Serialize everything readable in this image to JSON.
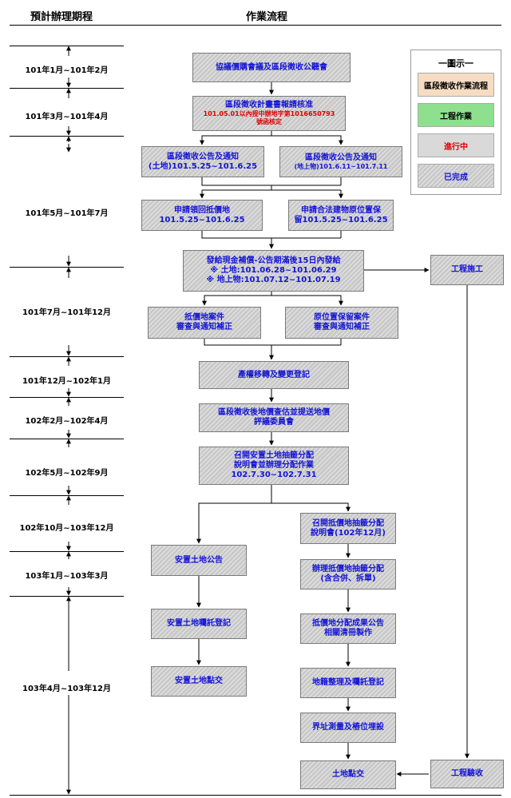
{
  "header": {
    "period_title": "預計辦理期程",
    "flow_title": "作業流程"
  },
  "periods": [
    "101年1月~101年2月",
    "101年3月~101年4月",
    "101年5月~101年7月",
    "101年7月~101年12月",
    "101年12月~102年1月",
    "102年2月~102年4月",
    "102年5月~102年9月",
    "102年10月~103年12月",
    "103年1月~103年3月",
    "103年4月~103年12月"
  ],
  "legend": {
    "title": "一圖示一",
    "items": [
      {
        "label": "區段徵收作業流程",
        "color": "#f6dcc2",
        "text_color": "#000000"
      },
      {
        "label": "工程作業",
        "color": "#8ee08e",
        "text_color": "#000000"
      },
      {
        "label": "進行中",
        "color": "#d9d9d9",
        "text_color": "#e00000"
      },
      {
        "label": "已完成",
        "color": "#c9c9c9",
        "text_color": "#1414d6"
      }
    ]
  },
  "flow": {
    "b1": "協議價購會議及區段徵收公聽會",
    "b2": {
      "line1": "區段徵收計畫書報請核准",
      "line2": "101.05.01以內授中辦地字第1016650793",
      "line3": "號函核定"
    },
    "b3a": {
      "line1": "區段徵收公告及通知",
      "line2": "(土地)101.5.25~101.6.25"
    },
    "b3b": {
      "line1": "區段徵收公告及通知",
      "line2": "(地上物)101.6.11~101.7.11"
    },
    "b4a": {
      "line1": "申請領回抵價地",
      "line2": "101.5.25~101.6.25"
    },
    "b4b": {
      "line1": "申請合法建物原位置保",
      "line2": "留101.5.25~101.6.25"
    },
    "b5": {
      "line1": "發給現金補償-公告期滿後15日內發給",
      "line2": "※ 土地:101.06.28~101.06.29",
      "line3": "※ 地上物:101.07.12~101.07.19"
    },
    "b6a": {
      "line1": "抵價地案件",
      "line2": "審查與通知補正"
    },
    "b6b": {
      "line1": "原位置保留案件",
      "line2": "審查與通知補正"
    },
    "b7": "產權移轉及變更登記",
    "b8": {
      "line1": "區段徵收後地價查估並提送地價",
      "line2": "評議委員會"
    },
    "b9": {
      "line1": "召開安置土地抽籤分配",
      "line2": "說明會並辦理分配作業",
      "line3": "102.7.30~102.7.31"
    },
    "l1": "安置土地公告",
    "l2": "安置土地囑託登記",
    "l3": "安置土地點交",
    "r1": {
      "line1": "召開抵價地抽籤分配",
      "line2": "說明會(102年12月)"
    },
    "r2": {
      "line1": "辦理抵價地抽籤分配",
      "line2": "(含合併、拆單)"
    },
    "r3": {
      "line1": "抵價地分配成果公告",
      "line2": "相關清冊製作"
    },
    "r4": "地籍整理及囑託登記",
    "r5": "界址測量及樁位埋設",
    "r6": "土地點交",
    "eng1": "工程施工",
    "eng2": "工程驗收"
  }
}
